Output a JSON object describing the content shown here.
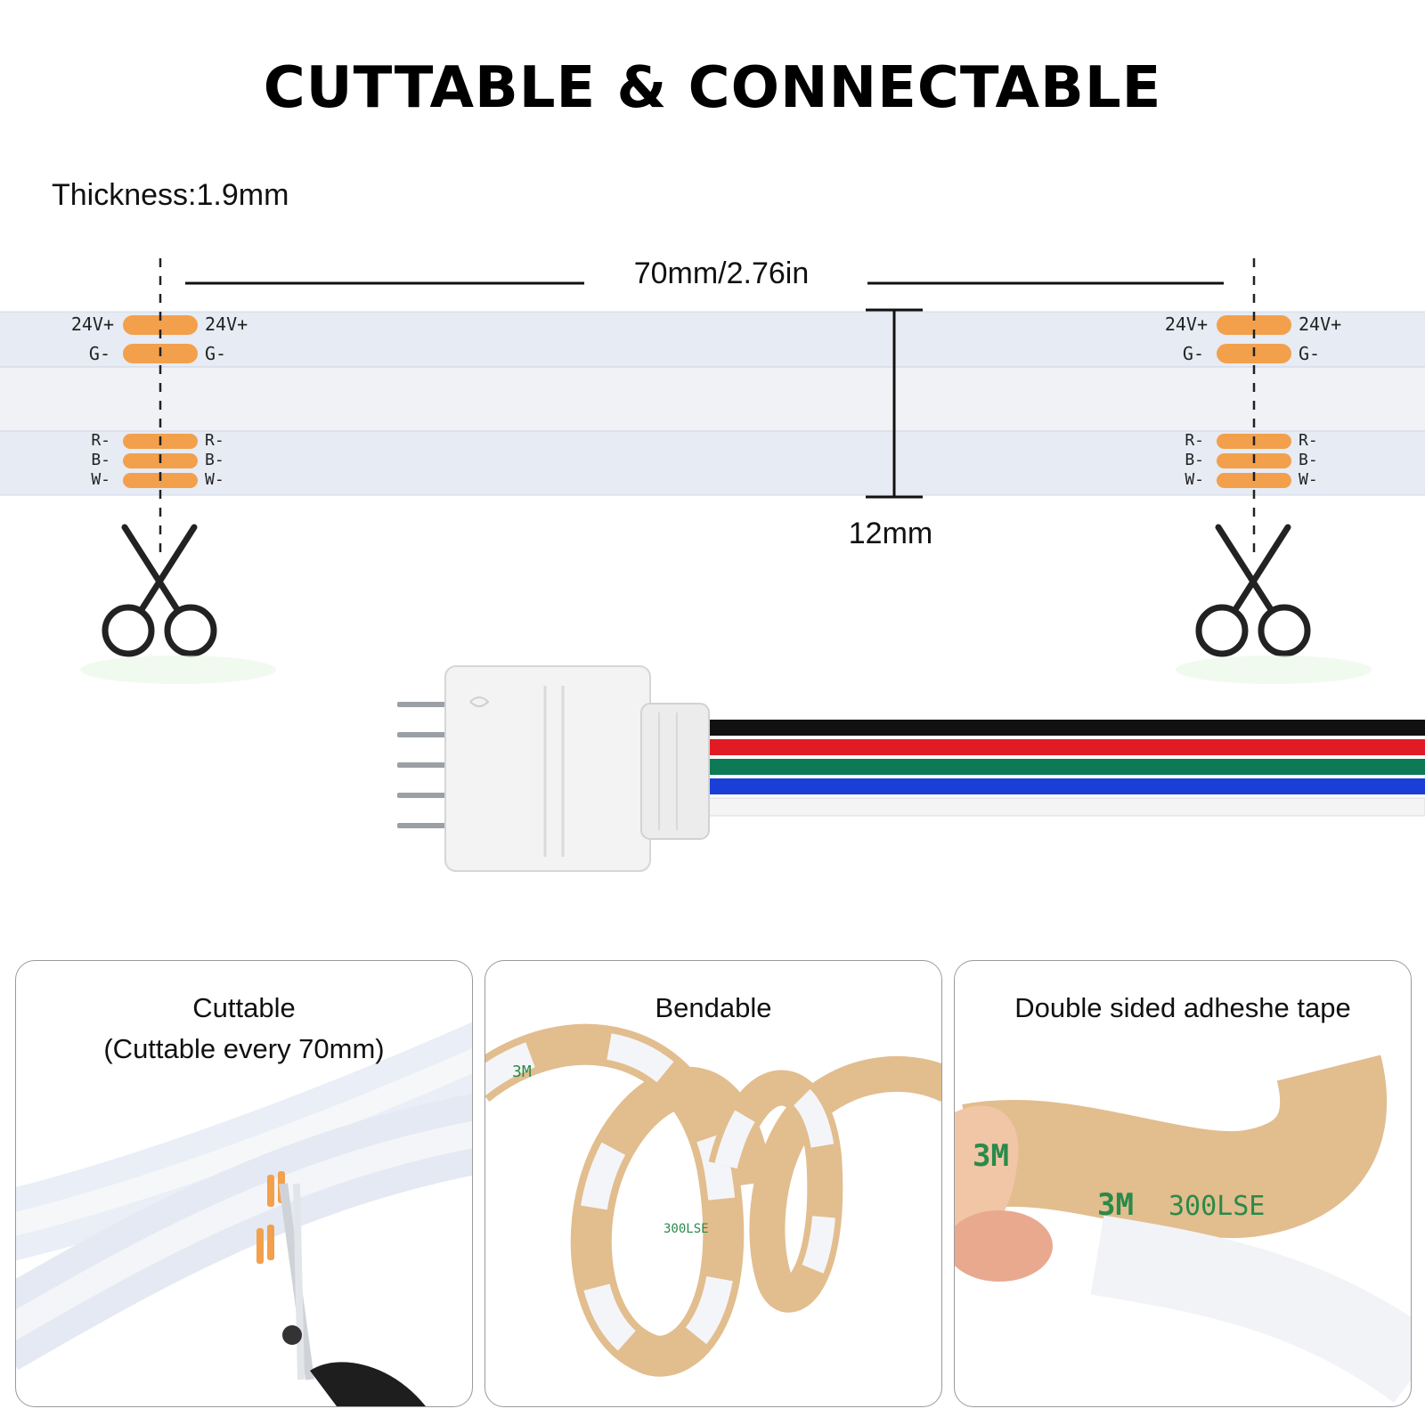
{
  "header": {
    "title": "CUTTABLE & CONNECTABLE"
  },
  "specs": {
    "thickness": "Thickness:1.9mm",
    "segment_length": "70mm/2.76in",
    "width": "12mm"
  },
  "pad_labels": {
    "vplus": "24V+",
    "g": "G-",
    "r": "R-",
    "b": "B-",
    "w": "W-"
  },
  "wire_colors": [
    "#111111",
    "#e01b24",
    "#0d7a55",
    "#1a3fd6",
    "#f4f4f4"
  ],
  "panels": [
    {
      "title": "Cuttable",
      "subtitle": "(Cuttable every 70mm)"
    },
    {
      "title": "Bendable"
    },
    {
      "title": "Double sided adheshe tape"
    }
  ],
  "tape_print": {
    "brand": "3M",
    "code": "300LSE"
  },
  "colors": {
    "pad": "#f3a04c",
    "strip": "#e6ebf4",
    "tape": "#e2bd8e"
  }
}
